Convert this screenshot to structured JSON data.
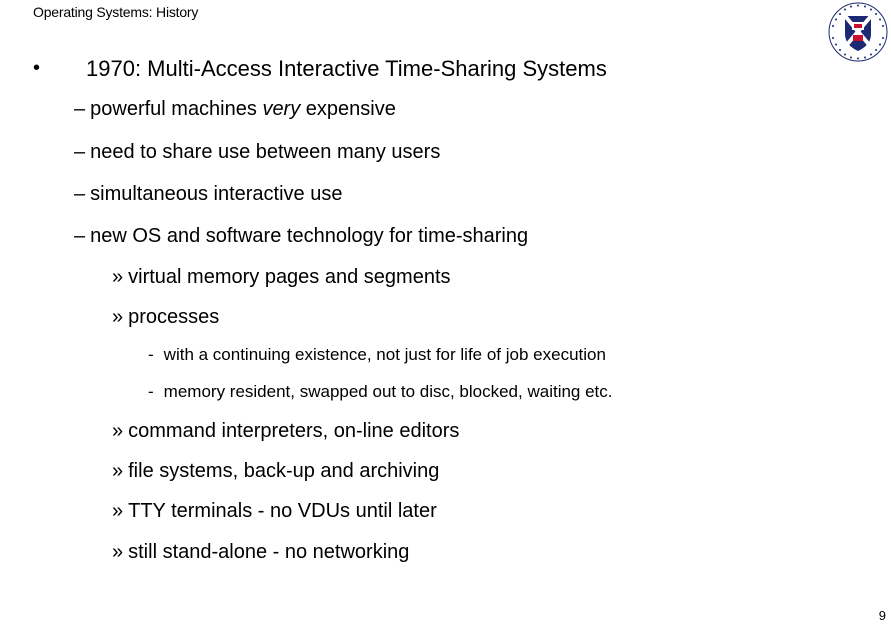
{
  "header": {
    "title": "Operating Systems: History"
  },
  "crest": {
    "name": "university-crest",
    "colors": {
      "navy": "#1b2a73",
      "red": "#c8102e",
      "white": "#ffffff"
    }
  },
  "slide": {
    "bullet_glyph": "•",
    "heading": "1970: Multi-Access Interactive Time-Sharing Systems",
    "level2_marker": "–",
    "level3_marker": "»",
    "level4_marker": "-",
    "points": [
      {
        "before": "powerful machines ",
        "emphasis": "very",
        "after": " expensive"
      },
      {
        "text": "need to share use between many users"
      },
      {
        "text": "simultaneous interactive use"
      },
      {
        "text": "new OS and software technology for time-sharing"
      }
    ],
    "subpoints": [
      "virtual memory pages and segments",
      "processes"
    ],
    "process_details": [
      "with a continuing existence, not just for life of job execution",
      "memory resident, swapped out to disc, blocked, waiting etc."
    ],
    "more_subpoints": [
      "command interpreters, on-line editors",
      "file systems, back-up and archiving",
      "TTY terminals - no VDUs until later",
      "still stand-alone - no networking"
    ]
  },
  "footer": {
    "page_number": "9"
  }
}
